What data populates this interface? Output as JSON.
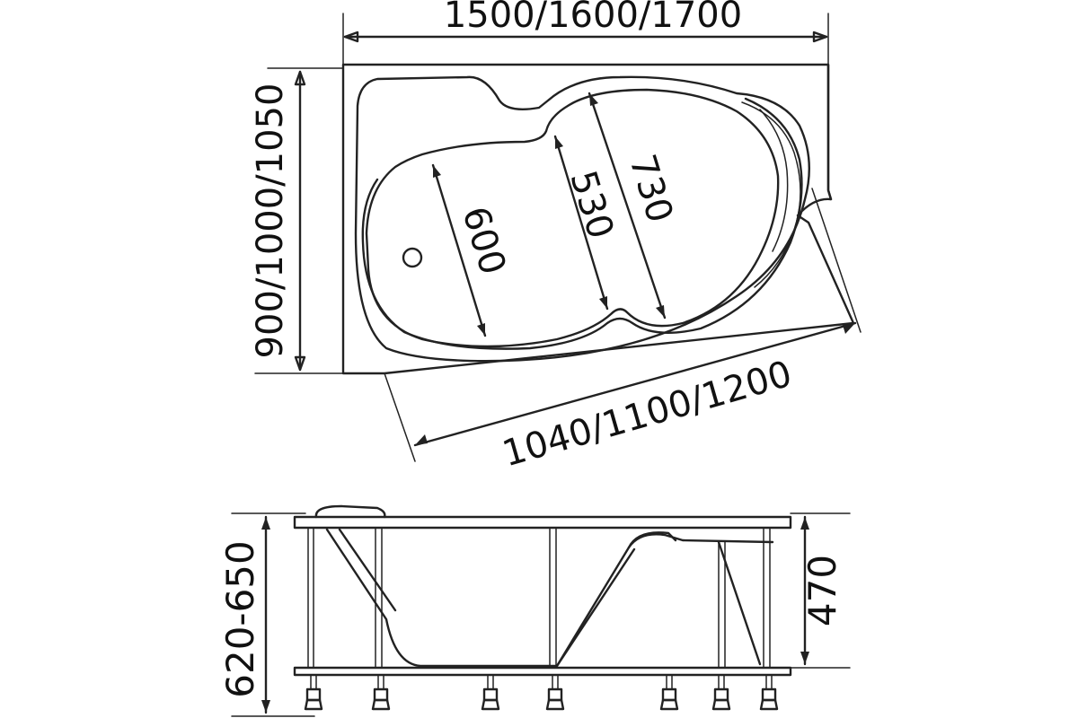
{
  "top_view": {
    "length_label": "1500/1600/1700",
    "width_label": "900/1000/1050",
    "diagonal_label": "1040/1100/1200",
    "inner_dims": {
      "basin_width_label": "600",
      "waist_label": "530",
      "head_width_label": "730"
    }
  },
  "side_view": {
    "total_height_label": "620-650",
    "tub_depth_label": "470"
  },
  "line_color": "#222222"
}
